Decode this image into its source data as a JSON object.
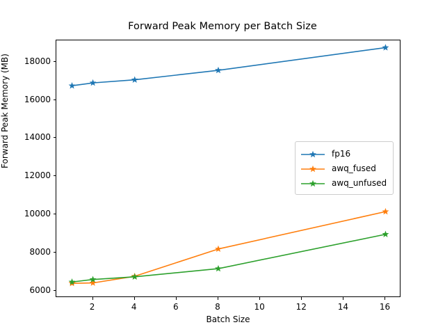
{
  "chart_data": {
    "type": "line",
    "title": "Forward Peak Memory per Batch Size",
    "xlabel": "Batch Size",
    "ylabel": "Forward Peak Memory (MB)",
    "x": [
      1,
      2,
      4,
      8,
      16
    ],
    "xlim": [
      0.25,
      16.75
    ],
    "ylim": [
      5620,
      19120
    ],
    "xticks": [
      2,
      4,
      6,
      8,
      10,
      12,
      14,
      16
    ],
    "xtick_labels": [
      "2",
      "4",
      "6",
      "8",
      "10",
      "12",
      "14",
      "16"
    ],
    "yticks": [
      6000,
      8000,
      10000,
      12000,
      14000,
      16000,
      18000
    ],
    "ytick_labels": [
      "6000",
      "8000",
      "10000",
      "12000",
      "14000",
      "16000",
      "18000"
    ],
    "grid": false,
    "legend_position": "center right",
    "marker": "star",
    "series": [
      {
        "name": "fp16",
        "color": "#1f77b4",
        "values": [
          16740,
          16890,
          17050,
          17550,
          18740
        ]
      },
      {
        "name": "awq_fused",
        "color": "#ff7f0e",
        "values": [
          6380,
          6400,
          6750,
          8180,
          10140
        ]
      },
      {
        "name": "awq_unfused",
        "color": "#2ca02c",
        "values": [
          6450,
          6580,
          6720,
          7150,
          8950
        ]
      }
    ]
  },
  "legend": {
    "entries": [
      "fp16",
      "awq_fused",
      "awq_unfused"
    ]
  }
}
